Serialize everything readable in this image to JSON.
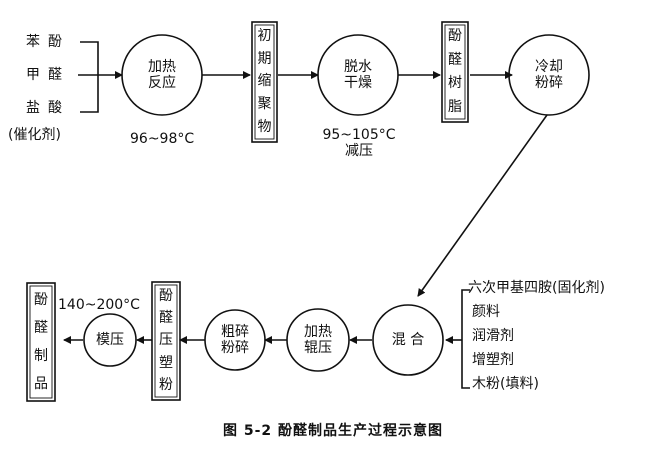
{
  "inputs_top": [
    "苯酚",
    "甲醛",
    "盐酸",
    "(催化剂)"
  ],
  "nodes": {
    "heat_react": "加热\n反应",
    "temp1": "96~98°C",
    "condensate": "初期缩聚物",
    "dehydrate": "脱水\n干燥",
    "temp2": "95~105°C\n减压",
    "resin": "酚醛树脂",
    "cool_crush": "冷却\n粉碎",
    "mix": "混 合",
    "heat_roll": "加热\n辊压",
    "coarse_crush": "粗碎\n粉碎",
    "molding_powder": "酚醛压塑粉",
    "press": "模压",
    "temp3": "140~200°C",
    "product": "酚醛制品"
  },
  "additives": [
    "六次甲基四胺(固化剂)",
    "颜料",
    "润滑剂",
    "增塑剂",
    "木粉(填料)"
  ],
  "caption": "图 5-2  酚醛制品生产过程示意图"
}
